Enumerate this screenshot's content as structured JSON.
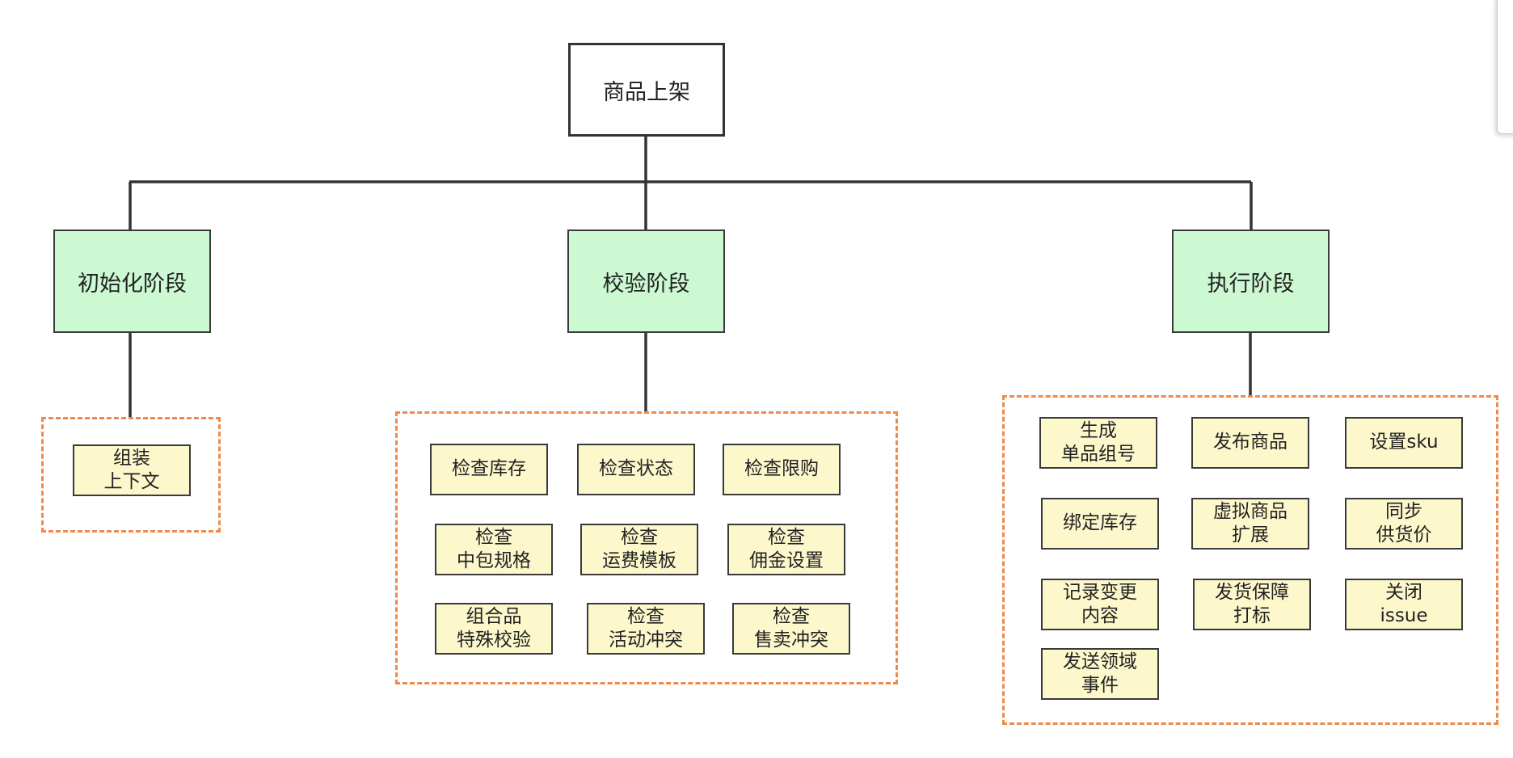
{
  "root": {
    "label": "商品上架"
  },
  "stages": [
    {
      "label": "初始化阶段",
      "tasks": [
        "组装\n上下文"
      ]
    },
    {
      "label": "校验阶段",
      "tasks": [
        "检查库存",
        "检查状态",
        "检查限购",
        "检查\n中包规格",
        "检查\n运费模板",
        "检查\n佣金设置",
        "组合品\n特殊校验",
        "检查\n活动冲突",
        "检查\n售卖冲突"
      ]
    },
    {
      "label": "执行阶段",
      "tasks": [
        "生成\n单品组号",
        "发布商品",
        "设置sku",
        "绑定库存",
        "虚拟商品\n扩展",
        "同步\n供货价",
        "记录变更\n内容",
        "发货保障\n打标",
        "关闭\nissue",
        "发送领域\n事件"
      ]
    }
  ],
  "colors": {
    "stage_fill": "#cdf9d2",
    "task_fill": "#fdf8cc",
    "group_border": "#ef8a4a",
    "line": "#333333"
  }
}
